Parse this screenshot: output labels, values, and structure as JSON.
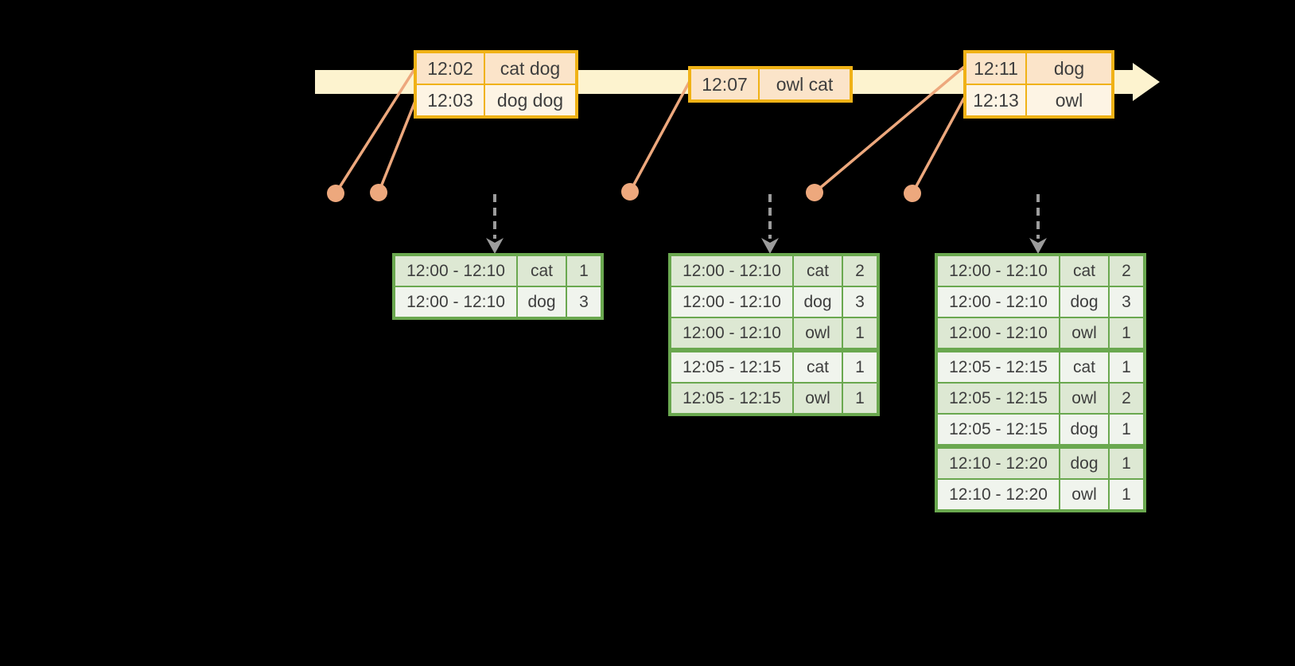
{
  "colors": {
    "background": "#000000",
    "timeline": "#fdf3cf",
    "event_border": "#f0b216",
    "event_row_peach": "#fbe4c9",
    "event_row_cream": "#fdf4e4",
    "connector": "#eda87d",
    "trigger": "#9c9c9c",
    "result_border": "#6aa84f",
    "result_row_sage": "#dde8d3",
    "result_row_light": "#f0f4ed",
    "text": "#3e3e3e"
  },
  "input_batches": [
    {
      "rows": [
        {
          "time": "12:02",
          "words": "cat dog"
        },
        {
          "time": "12:03",
          "words": "dog dog"
        }
      ]
    },
    {
      "rows": [
        {
          "time": "12:07",
          "words": "owl cat"
        }
      ]
    },
    {
      "rows": [
        {
          "time": "12:11",
          "words": "dog"
        },
        {
          "time": "12:13",
          "words": "owl"
        }
      ]
    }
  ],
  "result_tables": [
    {
      "rows": [
        {
          "window": "12:00 - 12:10",
          "word": "cat",
          "count": "1"
        },
        {
          "window": "12:00 - 12:10",
          "word": "dog",
          "count": "3"
        }
      ]
    },
    {
      "rows": [
        {
          "window": "12:00 - 12:10",
          "word": "cat",
          "count": "2"
        },
        {
          "window": "12:00 - 12:10",
          "word": "dog",
          "count": "3"
        },
        {
          "window": "12:00 - 12:10",
          "word": "owl",
          "count": "1"
        },
        {
          "window": "12:05 - 12:15",
          "word": "cat",
          "count": "1"
        },
        {
          "window": "12:05 - 12:15",
          "word": "owl",
          "count": "1"
        }
      ]
    },
    {
      "rows": [
        {
          "window": "12:00 - 12:10",
          "word": "cat",
          "count": "2"
        },
        {
          "window": "12:00 - 12:10",
          "word": "dog",
          "count": "3"
        },
        {
          "window": "12:00 - 12:10",
          "word": "owl",
          "count": "1"
        },
        {
          "window": "12:05 - 12:15",
          "word": "cat",
          "count": "1"
        },
        {
          "window": "12:05 - 12:15",
          "word": "owl",
          "count": "2"
        },
        {
          "window": "12:05 - 12:15",
          "word": "dog",
          "count": "1"
        },
        {
          "window": "12:10 - 12:20",
          "word": "dog",
          "count": "1"
        },
        {
          "window": "12:10 - 12:20",
          "word": "owl",
          "count": "1"
        }
      ]
    }
  ]
}
